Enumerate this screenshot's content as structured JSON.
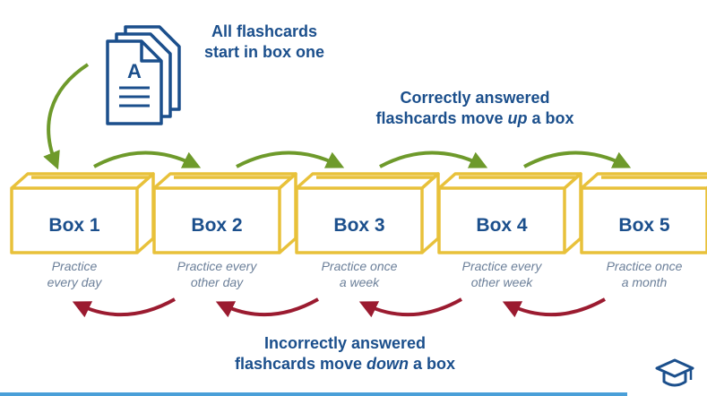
{
  "labels": {
    "start_line1": "All flashcards",
    "start_line2": "start in box one",
    "correct_line1": "Correctly answered",
    "correct_line2_pre": "flashcards move ",
    "correct_line2_em": "up",
    "correct_line2_post": " a box",
    "incorrect_line1": "Incorrectly answered",
    "incorrect_line2_pre": "flashcards move ",
    "incorrect_line2_em": "down",
    "incorrect_line2_post": " a box"
  },
  "card_letter": "A",
  "boxes": [
    {
      "name": "Box 1",
      "practice_line1": "Practice",
      "practice_line2": "every day"
    },
    {
      "name": "Box 2",
      "practice_line1": "Practice every",
      "practice_line2": "other day"
    },
    {
      "name": "Box 3",
      "practice_line1": "Practice once",
      "practice_line2": "a week"
    },
    {
      "name": "Box 4",
      "practice_line1": "Practice every",
      "practice_line2": "other week"
    },
    {
      "name": "Box 5",
      "practice_line1": "Practice once",
      "practice_line2": "a month"
    }
  ],
  "colors": {
    "text": "#1b4f8c",
    "box_stroke": "#e8c13a",
    "forward_arrow": "#6e9a2b",
    "backward_arrow": "#9b1b30",
    "practice_text": "#6b7f99",
    "accent_bar": "#4a9fd8"
  },
  "icons": [
    "flashcard-stack-icon",
    "graduation-cap-icon"
  ]
}
